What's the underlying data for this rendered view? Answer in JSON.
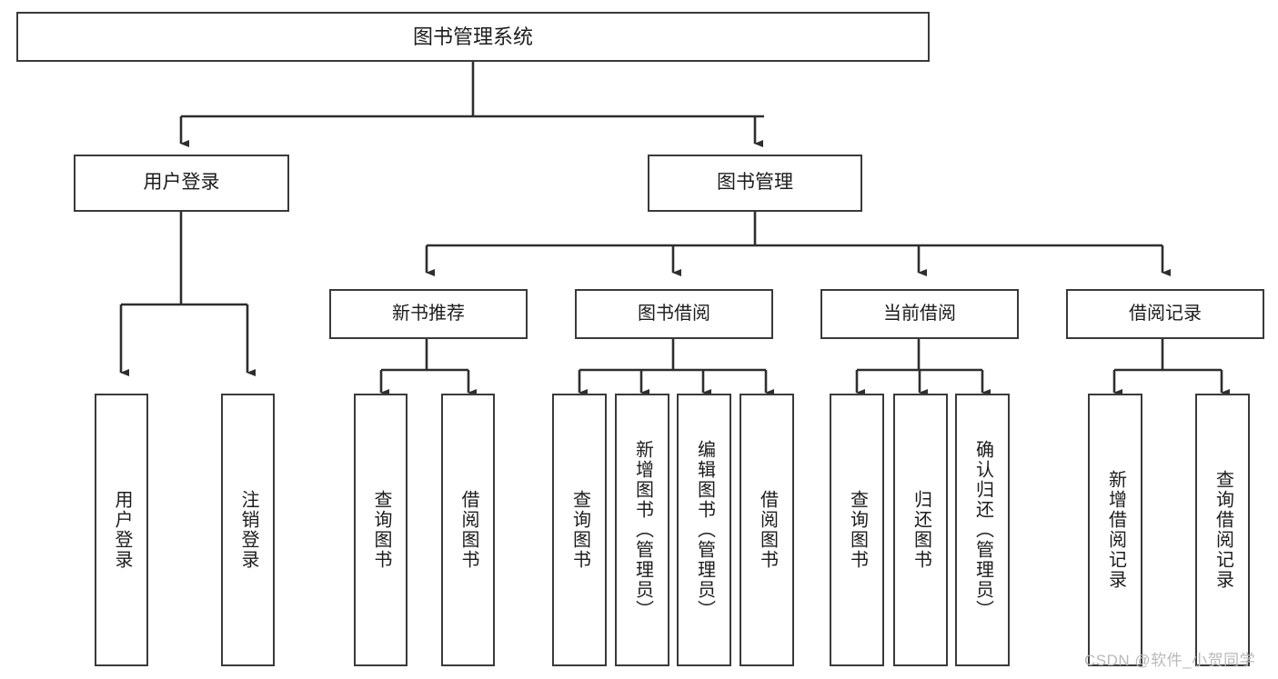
{
  "diagram": {
    "title": "图书管理系统",
    "type": "tree-hierarchy-chart",
    "colors": {
      "box_border": "#3a3a3a",
      "box_fill": "#ffffff",
      "connector": "#2e2e2e",
      "text": "#1c1c1c",
      "watermark": "#b9b9b9",
      "background": "#ffffff"
    },
    "root": {
      "label": "图书管理系统"
    },
    "level2": [
      {
        "label": "用户登录"
      },
      {
        "label": "图书管理"
      }
    ],
    "level3": [
      {
        "label": "新书推荐"
      },
      {
        "label": "图书借阅"
      },
      {
        "label": "当前借阅"
      },
      {
        "label": "借阅记录"
      }
    ],
    "leaves": {
      "user_login": [
        {
          "label": "用户登录"
        },
        {
          "label": "注销登录"
        }
      ],
      "new_book_recommend": [
        {
          "label": "查询图书"
        },
        {
          "label": "借阅图书"
        }
      ],
      "book_borrow": [
        {
          "label": "查询图书"
        },
        {
          "label": "新增图书（管理员）"
        },
        {
          "label": "编辑图书（管理员）"
        },
        {
          "label": "借阅图书"
        }
      ],
      "current_borrow": [
        {
          "label": "查询图书"
        },
        {
          "label": "归还图书"
        },
        {
          "label": "确认归还（管理员）"
        }
      ],
      "borrow_record": [
        {
          "label": "新增借阅记录"
        },
        {
          "label": "查询借阅记录"
        }
      ]
    }
  },
  "watermark": {
    "text": "CSDN @软件_小贺同学"
  }
}
